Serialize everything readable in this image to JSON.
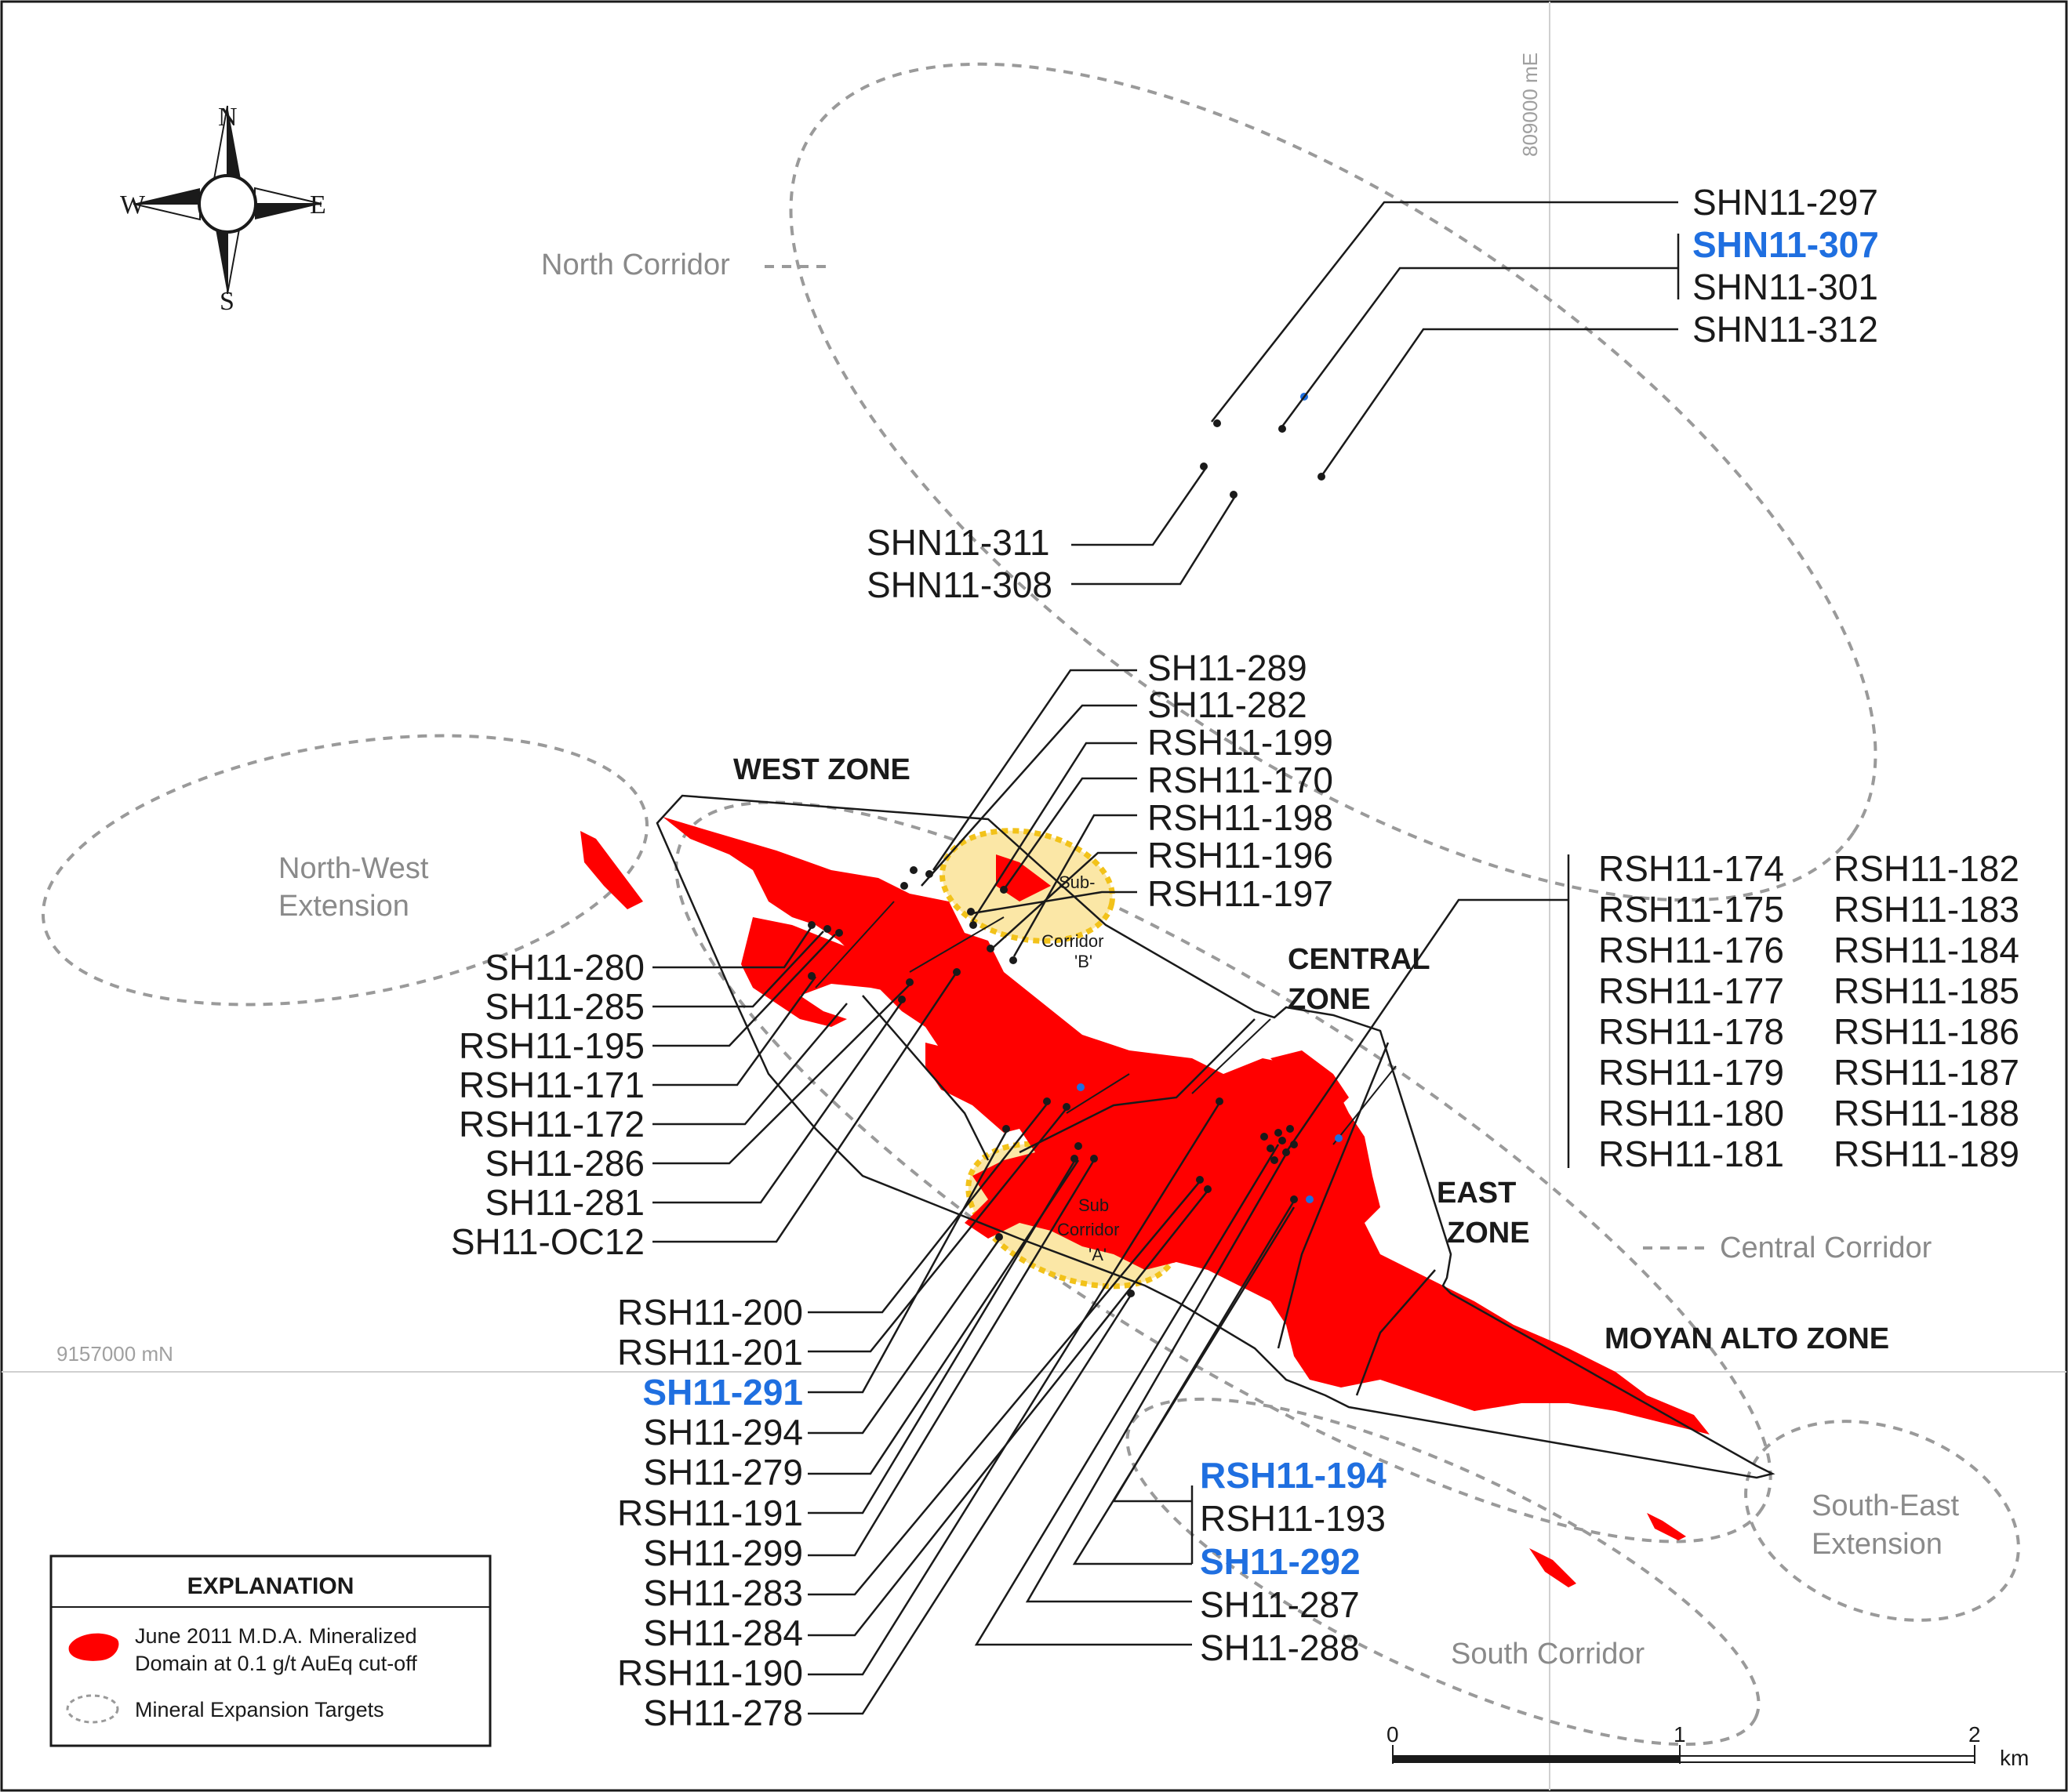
{
  "colors": {
    "ore": "#ff0000",
    "target_outline": "#9a9a9a",
    "highlight_label": "#1f6fe0",
    "sub_corridor_fill": "#fbe7a6",
    "sub_corridor_outline": "#f2c21a"
  },
  "grid": {
    "easting_label": "809000 mE",
    "northing_label": "9157000 mN"
  },
  "compass": {
    "n": "N",
    "s": "S",
    "e": "E",
    "w": "W",
    "icon": "compass-rose-icon"
  },
  "zones": {
    "west": "WEST ZONE",
    "central_1": "CENTRAL",
    "central_2": "ZONE",
    "east_1": "EAST",
    "east_2": "ZONE",
    "moyan": "MOYAN ALTO ZONE"
  },
  "corridors": {
    "north": "North Corridor",
    "northwest_1": "North-West",
    "northwest_2": "Extension",
    "central": "Central Corridor",
    "southeast_1": "South-East",
    "southeast_2": "Extension",
    "south": "South Corridor"
  },
  "sub_corridors": {
    "b_1": "Sub-",
    "b_2": "Corridor",
    "b_3": "'B'",
    "a_1": "Sub",
    "a_2": "Corridor",
    "a_3": "'A'"
  },
  "labels": {
    "north_top": [
      "SHN11-297",
      "SHN11-307",
      "SHN11-301",
      "SHN11-312"
    ],
    "north_bottom": [
      "SHN11-311",
      "SHN11-308"
    ],
    "top_center": [
      "SH11-289",
      "SH11-282",
      "RSH11-199",
      "RSH11-170",
      "RSH11-198",
      "RSH11-196",
      "RSH11-197"
    ],
    "west_left": [
      "SH11-280",
      "SH11-285",
      "RSH11-195",
      "RSH11-171",
      "RSH11-172",
      "SH11-286",
      "SH11-281",
      "SH11-OC12"
    ],
    "south_left": [
      "RSH11-200",
      "RSH11-201",
      "SH11-291",
      "SH11-294",
      "SH11-279",
      "RSH11-191",
      "SH11-299",
      "SH11-283",
      "SH11-284",
      "RSH11-190",
      "SH11-278"
    ],
    "south_right": [
      "RSH11-194",
      "RSH11-193",
      "SH11-292",
      "SH11-287",
      "SH11-288"
    ],
    "east_col1": [
      "RSH11-174",
      "RSH11-175",
      "RSH11-176",
      "RSH11-177",
      "RSH11-178",
      "RSH11-179",
      "RSH11-180",
      "RSH11-181"
    ],
    "east_col2": [
      "RSH11-182",
      "RSH11-183",
      "RSH11-184",
      "RSH11-185",
      "RSH11-186",
      "RSH11-187",
      "RSH11-188",
      "RSH11-189"
    ]
  },
  "highlighted": [
    "SHN11-307",
    "SH11-291",
    "RSH11-194",
    "SH11-292"
  ],
  "explanation": {
    "title": "EXPLANATION",
    "ore_line1": "June 2011 M.D.A. Mineralized",
    "ore_line2": "Domain at 0.1 g/t AuEq cut-off",
    "targets": "Mineral Expansion Targets"
  },
  "scale": {
    "t0": "0",
    "t1": "1",
    "t2": "2",
    "unit": "km"
  }
}
